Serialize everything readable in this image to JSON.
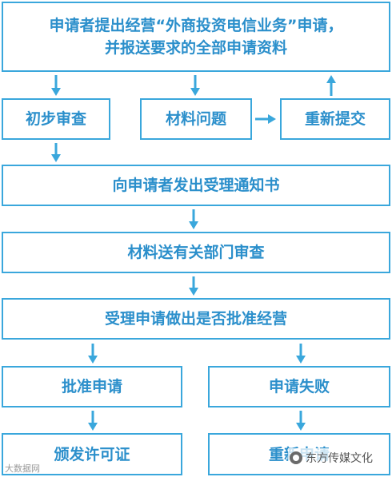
{
  "flowchart": {
    "step_submit": {
      "line1": "申请者提出经营“外商投资电信业务”申请，",
      "line2": "并报送要求的全部申请资料"
    },
    "step_preliminary_review": "初步审查",
    "step_material_issue": "材料问题",
    "step_resubmit": "重新提交",
    "step_acceptance_notice": "向申请者发出受理通知书",
    "step_department_review": "材料送有关部门审查",
    "step_decision": "受理申请做出是否批准经营",
    "step_approved": "批准申请",
    "step_rejected": "申请失败",
    "step_issue_license": "颁发许可证",
    "step_reapply": "重新申请"
  },
  "watermarks": {
    "left": "大数据网",
    "right": "东方传媒文化"
  },
  "colors": {
    "border": "#3aa7dc",
    "text": "#2b8fcb",
    "arrow": "#3aa7dc"
  }
}
